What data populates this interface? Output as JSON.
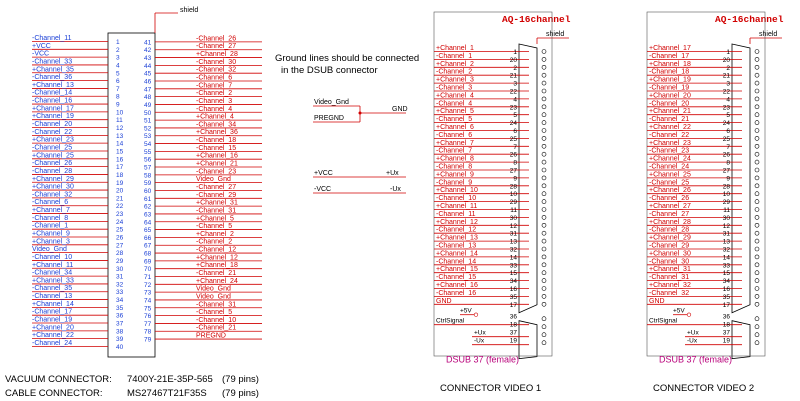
{
  "main_connector": {
    "shield_label": "shield",
    "left_labels": [
      "-Channel_11",
      "+VCC",
      "-VCC",
      "-Channel_33",
      "+Channel_35",
      "-Channel_36",
      "+Channel_13",
      "-Channel_14",
      "-Channel_16",
      "+Channel_17",
      "+Channel_19",
      "-Channel_20",
      "-Channel_22",
      "+Channel_23",
      "-Channel_25",
      "+Channel_25",
      "-Channel_26",
      "-Channel_28",
      "+Channel_29",
      "+Channel_30",
      "-Channel_32",
      "-Channel_6",
      "+Channel_7",
      "-Channel_8",
      "-Channel_1",
      "+Channel_9",
      "+Channel_3",
      "Video_Gnd",
      "-Channel_10",
      "+Channel_11",
      "-Channel_34",
      "+Channel_33",
      "-Channel_35",
      "-Channel_13",
      "+Channel_14",
      "-Channel_17",
      "-Channel_19",
      "+Channel_20",
      "+Channel_22",
      "-Channel_24"
    ],
    "left_pins": [
      "1",
      "2",
      "3",
      "4",
      "5",
      "6",
      "7",
      "8",
      "9",
      "10",
      "11",
      "12",
      "13",
      "14",
      "15",
      "16",
      "17",
      "18",
      "19",
      "20",
      "21",
      "22",
      "23",
      "24",
      "25",
      "26",
      "27",
      "28",
      "29",
      "30",
      "31",
      "32",
      "33",
      "34",
      "35",
      "36",
      "37",
      "38",
      "39",
      "40"
    ],
    "right_pins": [
      "41",
      "42",
      "43",
      "44",
      "45",
      "46",
      "47",
      "48",
      "49",
      "50",
      "51",
      "52",
      "53",
      "54",
      "55",
      "56",
      "57",
      "58",
      "59",
      "60",
      "61",
      "62",
      "63",
      "64",
      "65",
      "66",
      "67",
      "68",
      "69",
      "70",
      "71",
      "72",
      "73",
      "74",
      "75",
      "76",
      "77",
      "78",
      "79"
    ],
    "right_labels": [
      "-Channel_26",
      "-Channel_27",
      "+Channel_28",
      "-Channel_30",
      "-Channel_32",
      "-Channel_6",
      "-Channel_7",
      "-Channel_2",
      "-Channel_3",
      "-Channel_4",
      "+Channel_4",
      "-Channel_34",
      "+Channel_36",
      "-Channel_18",
      "-Channel_15",
      "+Channel_16",
      "+Channel_21",
      "-Channel_23",
      "Video_Gnd",
      "-Channel_27",
      "-Channel_29",
      "+Channel_31",
      "-Channel_31",
      "+Channel_5",
      "-Channel_5",
      "+Channel_2",
      "-Channel_2",
      "-Channel_12",
      "+Channel_12",
      "+Channel_18",
      "-Channel_21",
      "+Channel_24",
      "Video_Gnd",
      "Video_Gnd",
      "-Channel_31",
      "-Channel_5",
      "-Channel_10",
      "-Channel_21",
      "PREGND"
    ]
  },
  "note": {
    "line1": "Ground lines should be connected",
    "line2": "in the DSUB connector",
    "video_gnd": "Video_Gnd",
    "pregnd": "PREGND",
    "gnd": "GND",
    "plus_vcc": "+VCC",
    "plus_ux": "+Ux",
    "minus_vcc": "-VCC",
    "minus_ux": "-Ux"
  },
  "dsub1": {
    "title": "AQ-16channel",
    "shield_label": "shield",
    "labels": [
      "+Channel_1",
      "-Channel_1",
      "+Channel_2",
      "-Channel_2",
      "+Channel_3",
      "-Channel_3",
      "+Channel_4",
      "-Channel_4",
      "+Channel_5",
      "-Channel_5",
      "+Channel_6",
      "-Channel_6",
      "+Channel_7",
      "-Channel_7",
      "+Channel_8",
      "-Channel_8",
      "+Channel_9",
      "-Channel_9",
      "+Channel_10",
      "-Channel_10",
      "+Channel_11",
      "-Channel_11",
      "+Channel_12",
      "-Channel_12",
      "+Channel_13",
      "-Channel_13",
      "+Channel_14",
      "-Channel_14",
      "+Channel_15",
      "-Channel_15",
      "+Channel_16",
      "-Channel_16",
      "GND"
    ],
    "pins": [
      "1",
      "20",
      "2",
      "21",
      "3",
      "22",
      "4",
      "23",
      "5",
      "24",
      "6",
      "25",
      "7",
      "26",
      "8",
      "27",
      "9",
      "28",
      "10",
      "29",
      "11",
      "30",
      "12",
      "31",
      "13",
      "32",
      "14",
      "33",
      "15",
      "34",
      "16",
      "35",
      "17"
    ],
    "plus5v": "+5V",
    "ctrlsignal": "CtrlSignal",
    "extra_pins": [
      "36",
      "18",
      "37",
      "19"
    ],
    "plus_ux": "+Ux",
    "minus_ux": "-Ux",
    "connector_type": "DSUB 37 (female)",
    "caption": "CONNECTOR VIDEO 1"
  },
  "dsub2": {
    "title": "AQ-16channel",
    "shield_label": "shield",
    "labels": [
      "+Channel_17",
      "-Channel_17",
      "+Channel_18",
      "-Channel_18",
      "+Channel_19",
      "-Channel_19",
      "+Channel_20",
      "-Channel_20",
      "+Channel_21",
      "-Channel_21",
      "+Channel_22",
      "-Channel_22",
      "+Channel_23",
      "-Channel_23",
      "+Channel_24",
      "-Channel_24",
      "+Channel_25",
      "-Channel_25",
      "+Channel_26",
      "-Channel_26",
      "+Channel_27",
      "-Channel_27",
      "+Channel_28",
      "-Channel_28",
      "+Channel_29",
      "-Channel_29",
      "+Channel_30",
      "-Channel_30",
      "+Channel_31",
      "-Channel_31",
      "+Channel_32",
      "-Channel_32",
      "GND"
    ],
    "pins": [
      "1",
      "20",
      "2",
      "21",
      "3",
      "22",
      "4",
      "23",
      "5",
      "24",
      "6",
      "25",
      "7",
      "26",
      "8",
      "27",
      "9",
      "28",
      "10",
      "29",
      "11",
      "30",
      "12",
      "31",
      "13",
      "32",
      "14",
      "33",
      "15",
      "34",
      "16",
      "35",
      "17"
    ],
    "plus5v": "+5V",
    "ctrlsignal": "CtrlSignal",
    "extra_pins": [
      "36",
      "18",
      "37",
      "19"
    ],
    "plus_ux": "+Ux",
    "minus_ux": "-Ux",
    "connector_type": "DSUB 37 (female)",
    "caption": "CONNECTOR VIDEO 2"
  },
  "footer": {
    "vacuum_label": "VACUUM CONNECTOR:",
    "vacuum_part": "7400Y-21E-35P-565",
    "vacuum_pins": "(79 pins)",
    "cable_label": "CABLE CONNECTOR:",
    "cable_part": "MS27467T21F35S",
    "cable_pins": "(79 pins)"
  },
  "colors": {
    "red": "#d10000",
    "blue": "#1a3fd6",
    "magenta": "#b8007a",
    "black": "#000000"
  }
}
